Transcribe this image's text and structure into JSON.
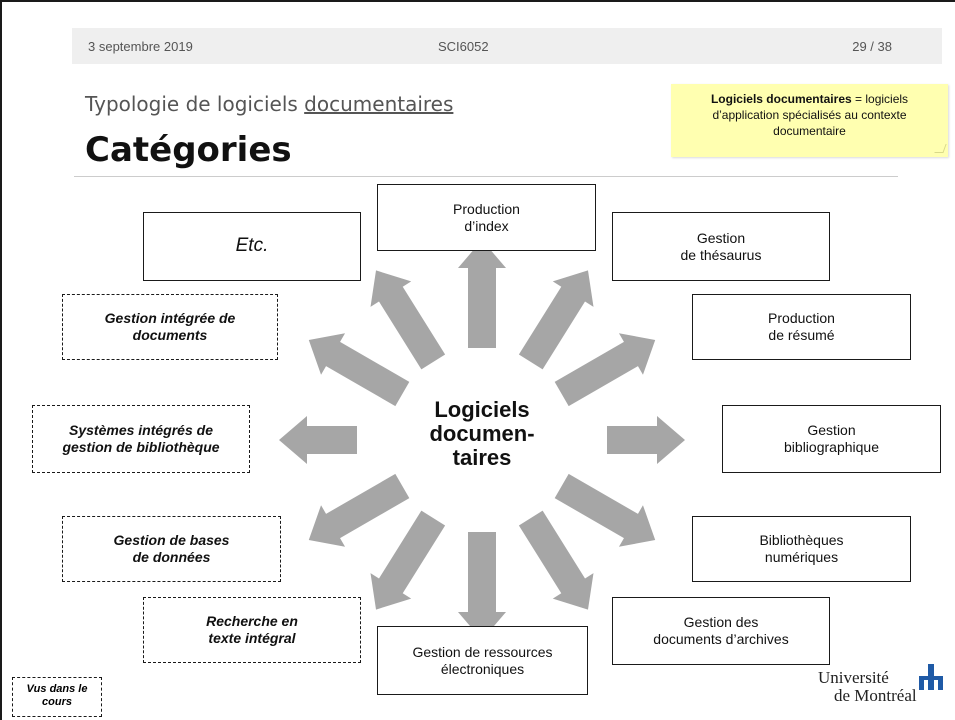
{
  "header": {
    "date": "3 septembre 2019",
    "course": "SCI6052",
    "page": "29 / 38"
  },
  "subtitle": {
    "prefix": "Typologie de logiciels ",
    "underlined": "documentaires"
  },
  "title": "Catégories",
  "note": {
    "bold": "Logiciels documentaires",
    "rest": " = logiciels d’application spécialisés au contexte documentaire"
  },
  "center": "Logiciels\ndocumen-\ntaires",
  "categories": {
    "production_index": "Production\nd’index",
    "gestion_thesaurus": "Gestion\nde thésaurus",
    "production_resume": "Production\nde résumé",
    "gestion_bibliographique": "Gestion\nbibliographique",
    "bibliotheques_numeriques": "Bibliothèques\nnumériques",
    "gestion_archives": "Gestion des\ndocuments d’archives",
    "gestion_ressources": "Gestion de ressources\nélectroniques",
    "recherche_texte": "Recherche en\ntexte intégral",
    "gestion_bases": "Gestion de bases\nde données",
    "systemes_integres": "Systèmes intégrés de\ngestion de bibliothèque",
    "gestion_integree": "Gestion intégrée de\ndocuments",
    "etc": "Etc."
  },
  "legend": "Vus dans le\ncours",
  "logo": {
    "line1": "Université",
    "line2": "de Montréal",
    "color": "#1f5aa6"
  },
  "arrow_color": "#a6a6a6"
}
